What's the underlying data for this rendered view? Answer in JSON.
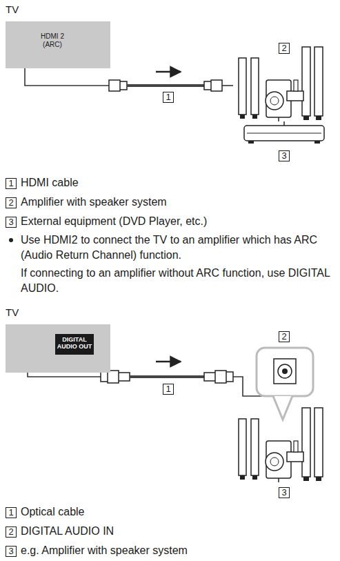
{
  "diagram": {
    "nodes": [
      {
        "text": [
          "TV",
          "HDMI 2 (ARC)"
        ]
      },
      {
        "text": [
          "TV"
        ]
      },
      {
        "text": [
          "DIGITAL AUDIO OUT"
        ],
        "in": 1
      }
    ],
    "labels": [
      "2",
      "1",
      "3",
      "1",
      "HDMI cable",
      "2",
      "Amplifier with speaker system",
      "3",
      "External equipment (DVD Player, etc.)",
      "Use HDMI2 to connect the TV to an amplifier which has ARC (Audio Return Channel) function.",
      "If connecting to an amplifier without ARC function, use DIGITAL AUDIO.",
      "2",
      "1",
      "3",
      "1",
      "Optical cable",
      "2",
      "DIGITAL AUDIO IN",
      "3",
      "e.g. Amplifier with speaker system"
    ]
  }
}
